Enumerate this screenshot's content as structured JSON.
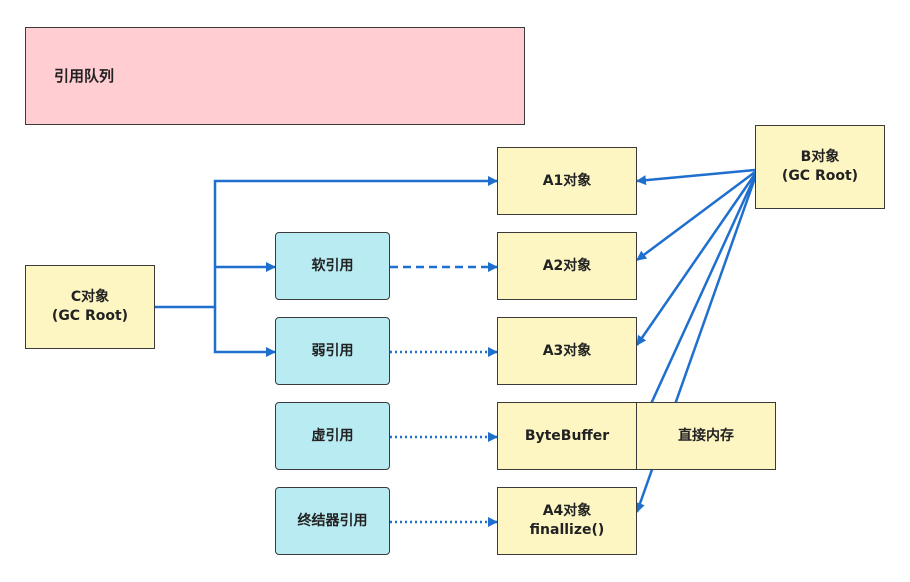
{
  "diagram": {
    "reference_queue": {
      "label": "引用队列"
    },
    "nodes": {
      "c_object": {
        "label": "C对象\n(GC Root)"
      },
      "b_object": {
        "label": "B对象\n(GC Root)"
      },
      "a1": {
        "label": "A1对象"
      },
      "a2": {
        "label": "A2对象"
      },
      "a3": {
        "label": "A3对象"
      },
      "bytebuffer": {
        "label": "ByteBuffer"
      },
      "direct_memory": {
        "label": "直接内存"
      },
      "a4": {
        "label": "A4对象\nfinallize()"
      },
      "soft_ref": {
        "label": "软引用"
      },
      "weak_ref": {
        "label": "弱引用"
      },
      "phantom_ref": {
        "label": "虚引用"
      },
      "final_ref": {
        "label": "终结器引用"
      }
    },
    "edges": [
      {
        "from": "C对象",
        "to": "A1对象",
        "style": "solid"
      },
      {
        "from": "C对象",
        "to": "软引用",
        "style": "solid"
      },
      {
        "from": "C对象",
        "to": "弱引用",
        "style": "solid"
      },
      {
        "from": "软引用",
        "to": "A2对象",
        "style": "dashed"
      },
      {
        "from": "弱引用",
        "to": "A3对象",
        "style": "dotted"
      },
      {
        "from": "虚引用",
        "to": "ByteBuffer",
        "style": "dotted"
      },
      {
        "from": "终结器引用",
        "to": "A4对象",
        "style": "dotted"
      },
      {
        "from": "B对象",
        "to": "A1对象",
        "style": "solid"
      },
      {
        "from": "B对象",
        "to": "A2对象",
        "style": "solid"
      },
      {
        "from": "B对象",
        "to": "A3对象",
        "style": "solid"
      },
      {
        "from": "B对象",
        "to": "ByteBuffer",
        "style": "solid"
      },
      {
        "from": "B对象",
        "to": "A4对象",
        "style": "solid"
      }
    ],
    "colors": {
      "arrow": "#1f6fcf",
      "yellow_fill": "#fdf6c3",
      "cyan_fill": "#b9ebf2",
      "pink_fill": "#ffcdd2"
    }
  }
}
